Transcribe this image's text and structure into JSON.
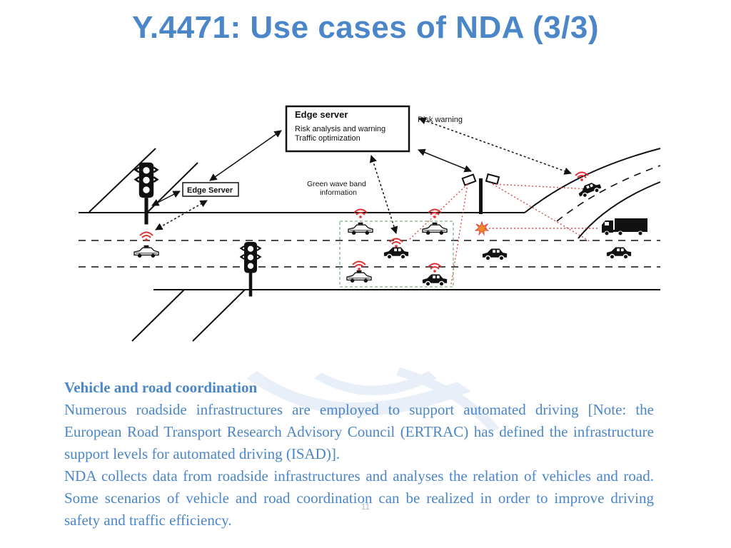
{
  "title": "Y.4471: Use cases of NDA (3/3)",
  "diagram": {
    "edge_server_main": {
      "title": "Edge server",
      "line1": "Risk analysis and warning",
      "line2": "Traffic optimization"
    },
    "edge_server_small": "Edge Server",
    "risk_warning": "Risk warning",
    "green_wave_line1": "Green wave band",
    "green_wave_line2": "information"
  },
  "body": {
    "heading": "Vehicle and road coordination",
    "paragraph1": "Numerous roadside infrastructures are employed to support automated driving [Note: the European Road Transport Research Advisory Council (ERTRAC) has defined the infrastructure support levels for automated driving (ISAD)].",
    "paragraph2": "NDA collects data from roadside infrastructures and analyses the relation of vehicles and road. Some scenarios of vehicle and road coordination can be realized in order to improve driving safety and traffic efficiency."
  },
  "page_number": "11",
  "colors": {
    "title": "#4a86c8",
    "text": "#4a86c8",
    "wifi": "#e03030",
    "lines": "#111111",
    "dotted_red": "#d94a4a",
    "green_dashed": "#7fb07f"
  },
  "icons": [
    "traffic-light-icon",
    "car-icon",
    "police-car-icon",
    "truck-icon",
    "camera-icon",
    "wifi-signal-icon",
    "crash-icon"
  ]
}
